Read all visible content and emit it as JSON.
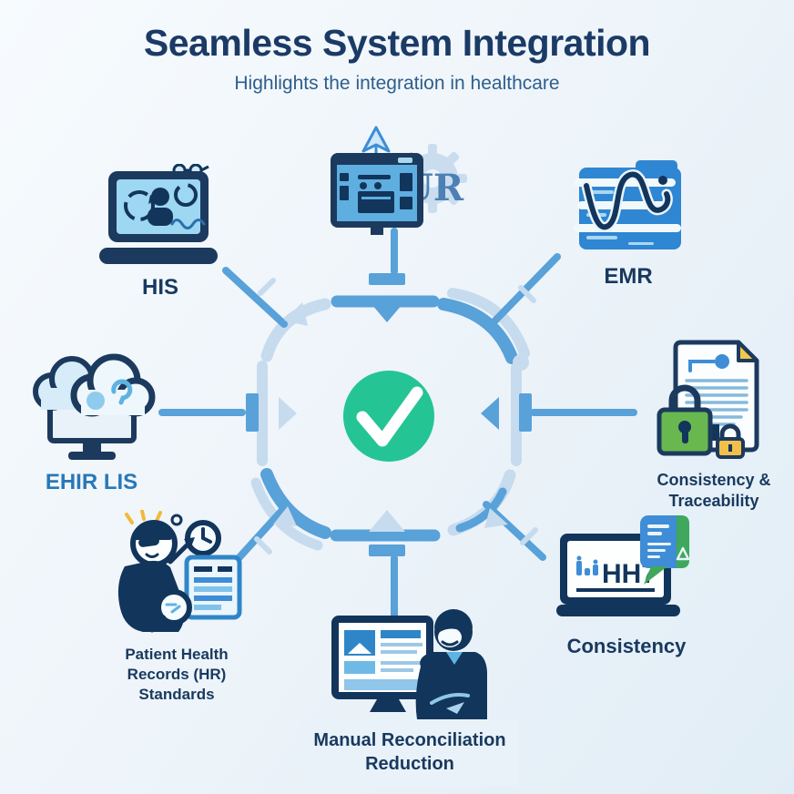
{
  "header": {
    "title": "Seamless System Integration",
    "subtitle": "Highlights the integration in healthcare"
  },
  "center": {
    "symbol": "checkmark",
    "accent_green": "#25C494",
    "hub_blue": "#58A1D9",
    "hub_pale_blue": "#C7DBEE"
  },
  "nodes": {
    "integration_ui": {
      "overlay_text": "UR",
      "icon": "monitor-gear-icon"
    },
    "his": {
      "label": "HIS",
      "icon": "laptop-patient-data-icon"
    },
    "emr": {
      "label": "EMR",
      "icon": "folder-waveform-icon"
    },
    "ehir_lis": {
      "label": "EHIR LIS",
      "icon": "cloud-monitor-icon"
    },
    "consistency_traceability": {
      "label": "Consistency &\nTraceability",
      "icon": "document-padlock-icon"
    },
    "patient_health_records": {
      "label": "Patient Health\nRecords (HR)\nStandards",
      "icon": "clinician-records-icon"
    },
    "consistency": {
      "label": "Consistency",
      "screen_text": "HH7",
      "icon": "laptop-hl7-icon"
    },
    "manual_reconciliation": {
      "label": "Manual Reconciliation\nReduction",
      "icon": "monitor-operator-icon"
    }
  },
  "colors": {
    "navy": "#16395E",
    "label_blue": "#2878B8",
    "folder_blue": "#2F86D2",
    "lock_green": "#69B84F",
    "lock_yellow": "#F2C04A"
  }
}
